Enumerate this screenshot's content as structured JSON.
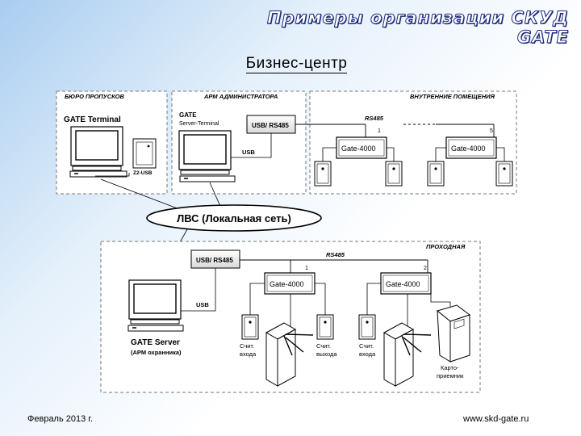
{
  "header": {
    "title": "Примеры организации СКУД GATE",
    "subtitle": "Бизнес-центр"
  },
  "zones": {
    "pass_office": "БЮРО ПРОПУСКОВ",
    "admin": "АРМ АДМИНИСТРАТОРА",
    "internal": "ВНУТРЕННИЕ ПОМЕЩЕНИЯ",
    "checkpoint": "ПРОХОДНАЯ"
  },
  "devices": {
    "gate_terminal": "GATE Terminal",
    "z2usb": "Z2-USB",
    "gate_server_terminal_1": "GATE",
    "gate_server_terminal_2": "Server-Terminal",
    "usb_rs485": "USB/ RS485",
    "usb": "USB",
    "rs485": "RS485",
    "gate4000": "Gate-4000",
    "num_1": "1",
    "num_5": "5",
    "num_2": "2",
    "lan": "ЛВС (Локальная сеть)",
    "gate_server": "GATE Server",
    "guard_station": "(АРМ охранника)",
    "reader_entry_1": "Счит.",
    "reader_entry_2": "входа",
    "reader_exit_1": "Счит.",
    "reader_exit_2": "выхода",
    "card_1": "Карто-",
    "card_2": "приемник"
  },
  "footer": {
    "date": "Февраль 2013 г.",
    "url": "www.skd-gate.ru"
  }
}
